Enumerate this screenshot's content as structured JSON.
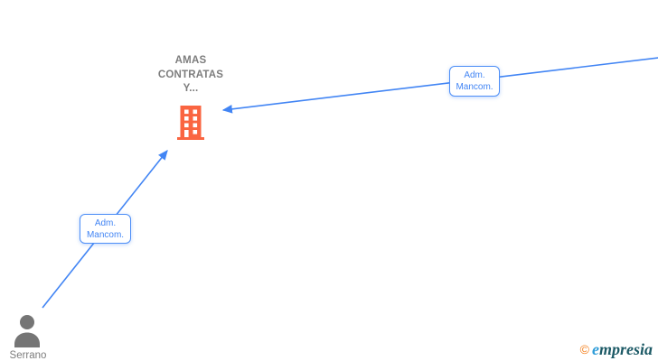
{
  "diagram": {
    "type": "corporate-network-graph",
    "company": {
      "label": "AMAS\nCONTRATAS\nY...",
      "icon": "building-icon",
      "icon_color": "#fa6541"
    },
    "person": {
      "label": "Serrano",
      "icon": "person-icon",
      "icon_color": "#757575"
    },
    "edges": [
      {
        "label": "Adm.\nMancom.",
        "from": "person",
        "to": "company",
        "arrow": "points-to-company"
      },
      {
        "label": "Adm.\nMancom.",
        "from": "offscreen-right",
        "to": "company",
        "arrow": "points-to-company"
      }
    ],
    "colors": {
      "edge_blue": "#4285f4",
      "label_gray": "#7d7d7d",
      "building_orange": "#fa6541",
      "person_gray": "#757575"
    }
  },
  "watermark": {
    "copyright_symbol": "©",
    "brand_initial": "e",
    "brand_rest": "mpresia"
  }
}
